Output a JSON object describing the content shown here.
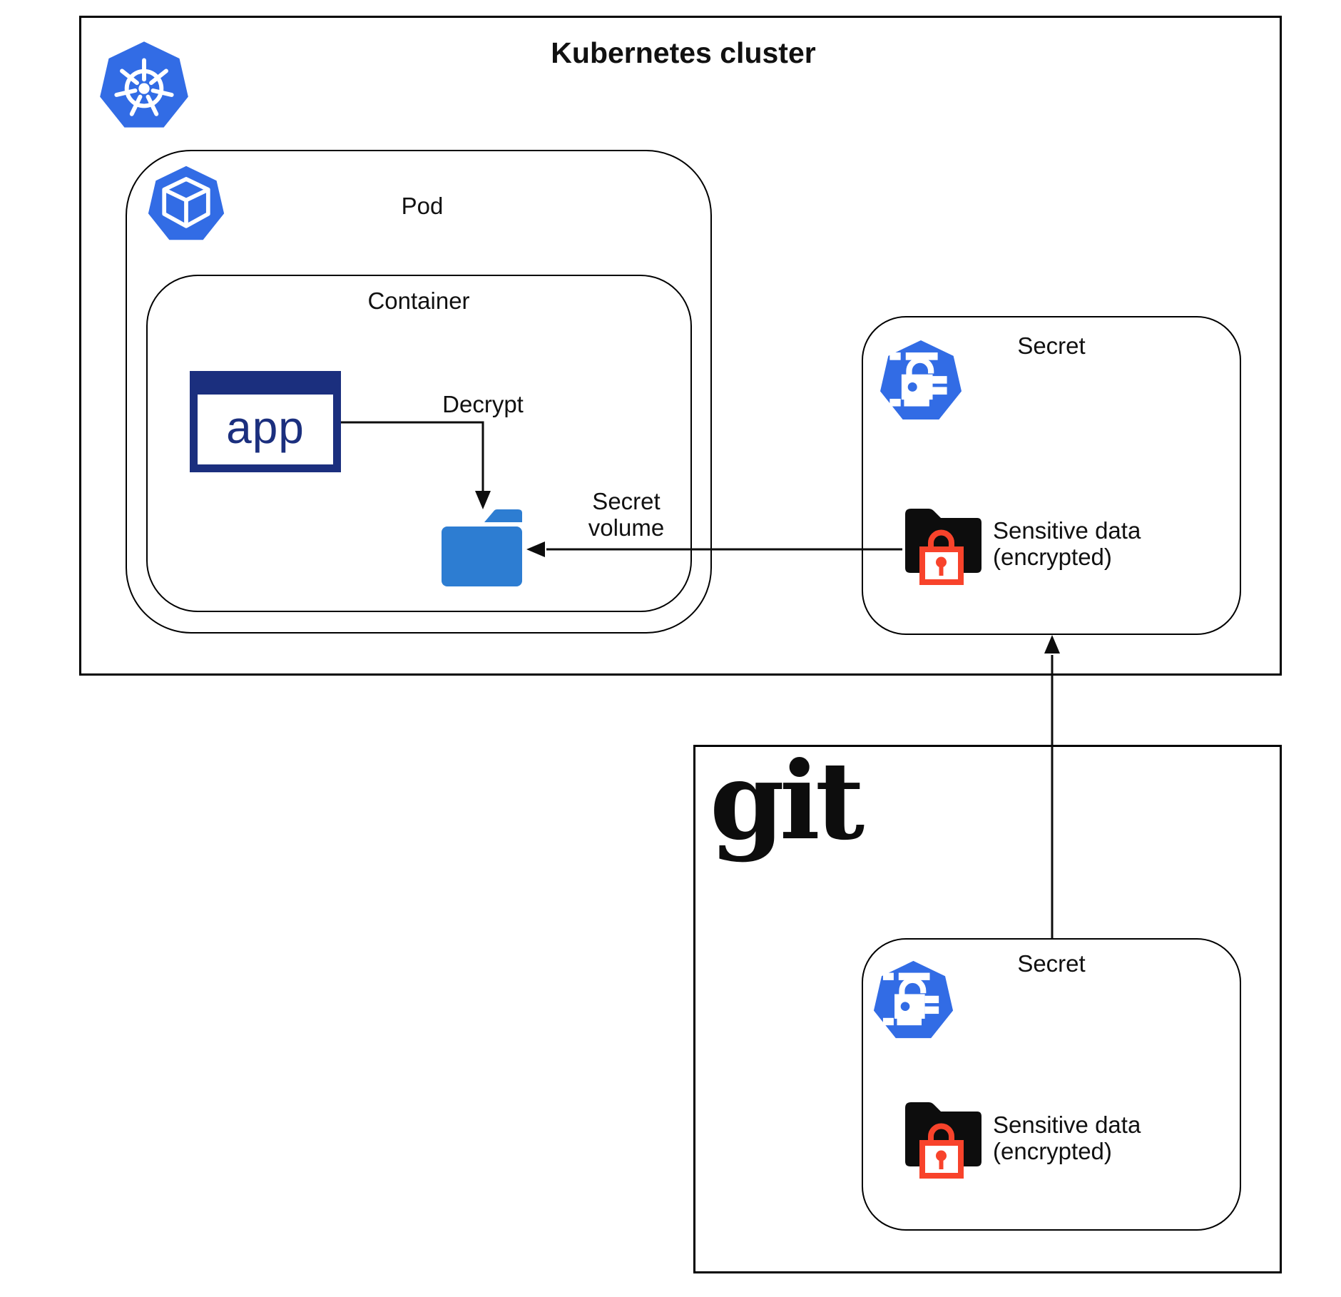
{
  "cluster": {
    "title": "Kubernetes cluster"
  },
  "pod": {
    "label": "Pod"
  },
  "container": {
    "label": "Container"
  },
  "app": {
    "label": "app"
  },
  "flows": {
    "decrypt_label": "Decrypt",
    "secret_volume_line1": "Secret",
    "secret_volume_line2": "volume"
  },
  "cluster_secret": {
    "title": "Secret",
    "data_line1": "Sensitive data",
    "data_line2": "(encrypted)"
  },
  "git_repo": {
    "logo_text": "git",
    "secret": {
      "title": "Secret",
      "data_line1": "Sensitive data",
      "data_line2": "(encrypted)"
    }
  },
  "icons": {
    "kubernetes_logo": "blue heptagon with white ship wheel",
    "pod": "blue heptagon with white cube",
    "secret": "blue heptagon with white padlock over redacted lines",
    "secret_volume_folder": "blue folder",
    "encrypted_folder": "black folder with red padlock"
  },
  "colors": {
    "kubernetes_blue": "#326CE5",
    "folder_blue": "#2D7DD2",
    "app_navy": "#1B2F7E",
    "lock_red": "#F8432B",
    "line_black": "#0D0D0D"
  }
}
